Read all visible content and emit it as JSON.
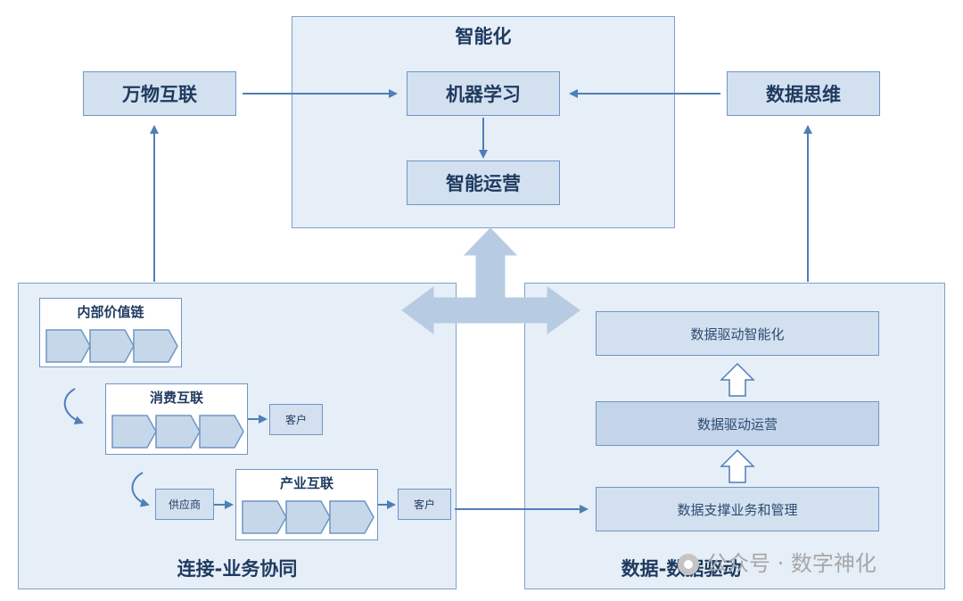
{
  "top": {
    "panel_title": "智能化",
    "machine_learning": "机器学习",
    "smart_ops": "智能运营",
    "iot": "万物互联",
    "data_thinking": "数据思维"
  },
  "left": {
    "internal_value_chain": "内部价值链",
    "consumer_internet": "消费互联",
    "customer_1": "客户",
    "supplier": "供应商",
    "industrial_internet": "产业互联",
    "customer_2": "客户",
    "panel_title": "连接-业务协同"
  },
  "right": {
    "data_driven_intelligence": "数据驱动智能化",
    "data_driven_ops": "数据驱动运营",
    "data_support": "数据支撑业务和管理",
    "panel_title": "数据-数据驱动"
  },
  "watermark": {
    "text": "公众号 · 数字神化",
    "icon": "wechat-icon"
  },
  "colors": {
    "line": "#4f7fb6",
    "box_fill": "#d3e0ef",
    "panel_fill": "#e6eef8",
    "big_arrow": "#b7cce3"
  }
}
